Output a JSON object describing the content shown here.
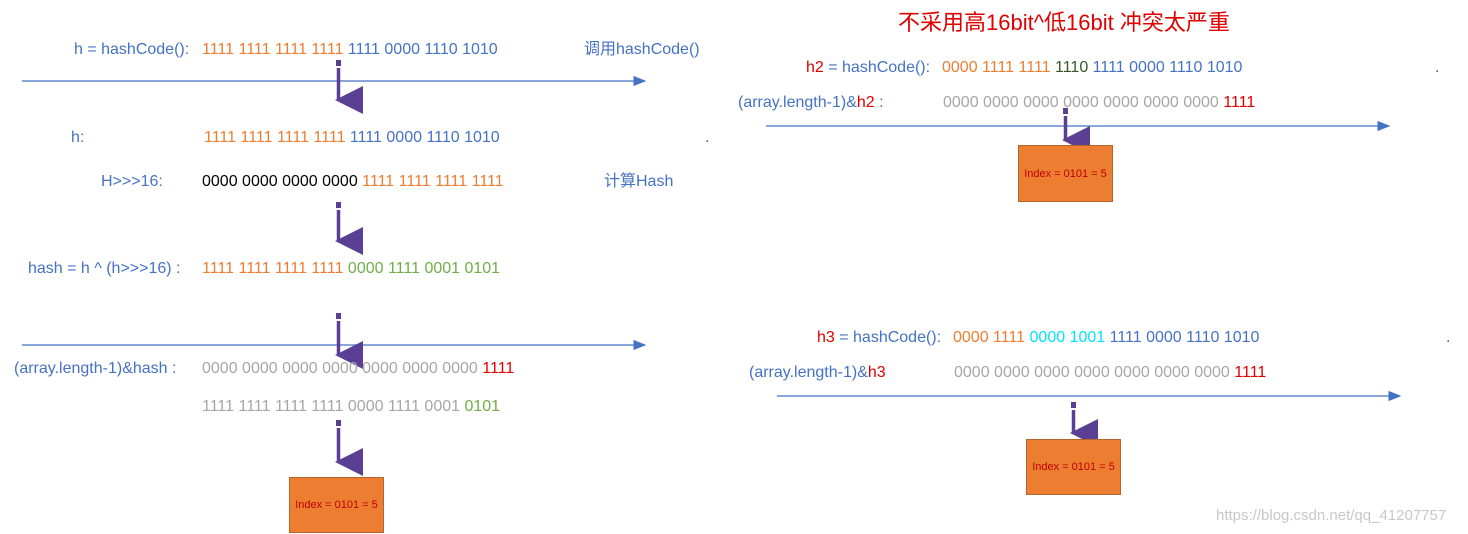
{
  "left": {
    "h_label": "h = hashCode():",
    "h_value_a": "1111 1111 1111 1111",
    "h_value_b": "1111 0000 1110 1010",
    "call_note": "调用hashCode()",
    "h2_label": "h:",
    "h2_value_a": "1111 1111 1111 1111",
    "h2_value_b": "1111 0000 1110 1010",
    "shift_label": "H>>>16:",
    "shift_value_a": "0000 0000 0000 0000",
    "shift_value_b": "1111 1111 1111 1111",
    "compute_note": "计算Hash",
    "hash_label": "hash = h ^ (h>>>16) :",
    "hash_value_a": "1111 1111 1111 1111",
    "hash_value_b": "0000 1111 0001 0101",
    "and_label": "(array.length-1)&hash  :",
    "and_value_a": "0000 0000 0000 0000 0000 0000 0000",
    "and_value_b": "1111",
    "and_row2_a": "1111 1111 1111 1111 0000 1111 0001",
    "and_row2_b": "0101",
    "index_box": "Index = 0101 = 5"
  },
  "right": {
    "title": "不采用高16bit^低16bit 冲突太严重",
    "h2_label_a": "h2",
    "h2_label_b": " = hashCode():",
    "h2_value_a": "0000 1111 1111",
    "h2_value_b": "1110",
    "h2_value_c": "1111 0000 1110 1010",
    "and2_label_a": "(array.length-1)&",
    "and2_label_b": "h2",
    "and2_label_c": "  :",
    "and2_value_a": "0000 0000 0000 0000 0000 0000 0000",
    "and2_value_b": "1111",
    "index_box_1": "Index = 0101 = 5",
    "h3_label_a": "h3",
    "h3_label_b": " = hashCode():",
    "h3_value_a": "0000 1111",
    "h3_value_b": "0000 1001",
    "h3_value_c": "1111 0000 1110 1010",
    "and3_label_a": "(array.length-1)&",
    "and3_label_b": "h3",
    "and3_value_a": "0000 0000 0000 0000 0000 0000 0000",
    "and3_value_b": "1111",
    "index_box_2": "Index = 0101 = 5"
  },
  "dots": ".",
  "watermark": "https://blog.csdn.net/qq_41207757",
  "colors": {
    "blue": "#4472C4",
    "orange": "#ED7D31",
    "green": "#70AD47",
    "gray": "#A6A6A6",
    "red": "#E00000",
    "cyan": "#00E5FF",
    "arrow_purple": "#5B3F95"
  }
}
